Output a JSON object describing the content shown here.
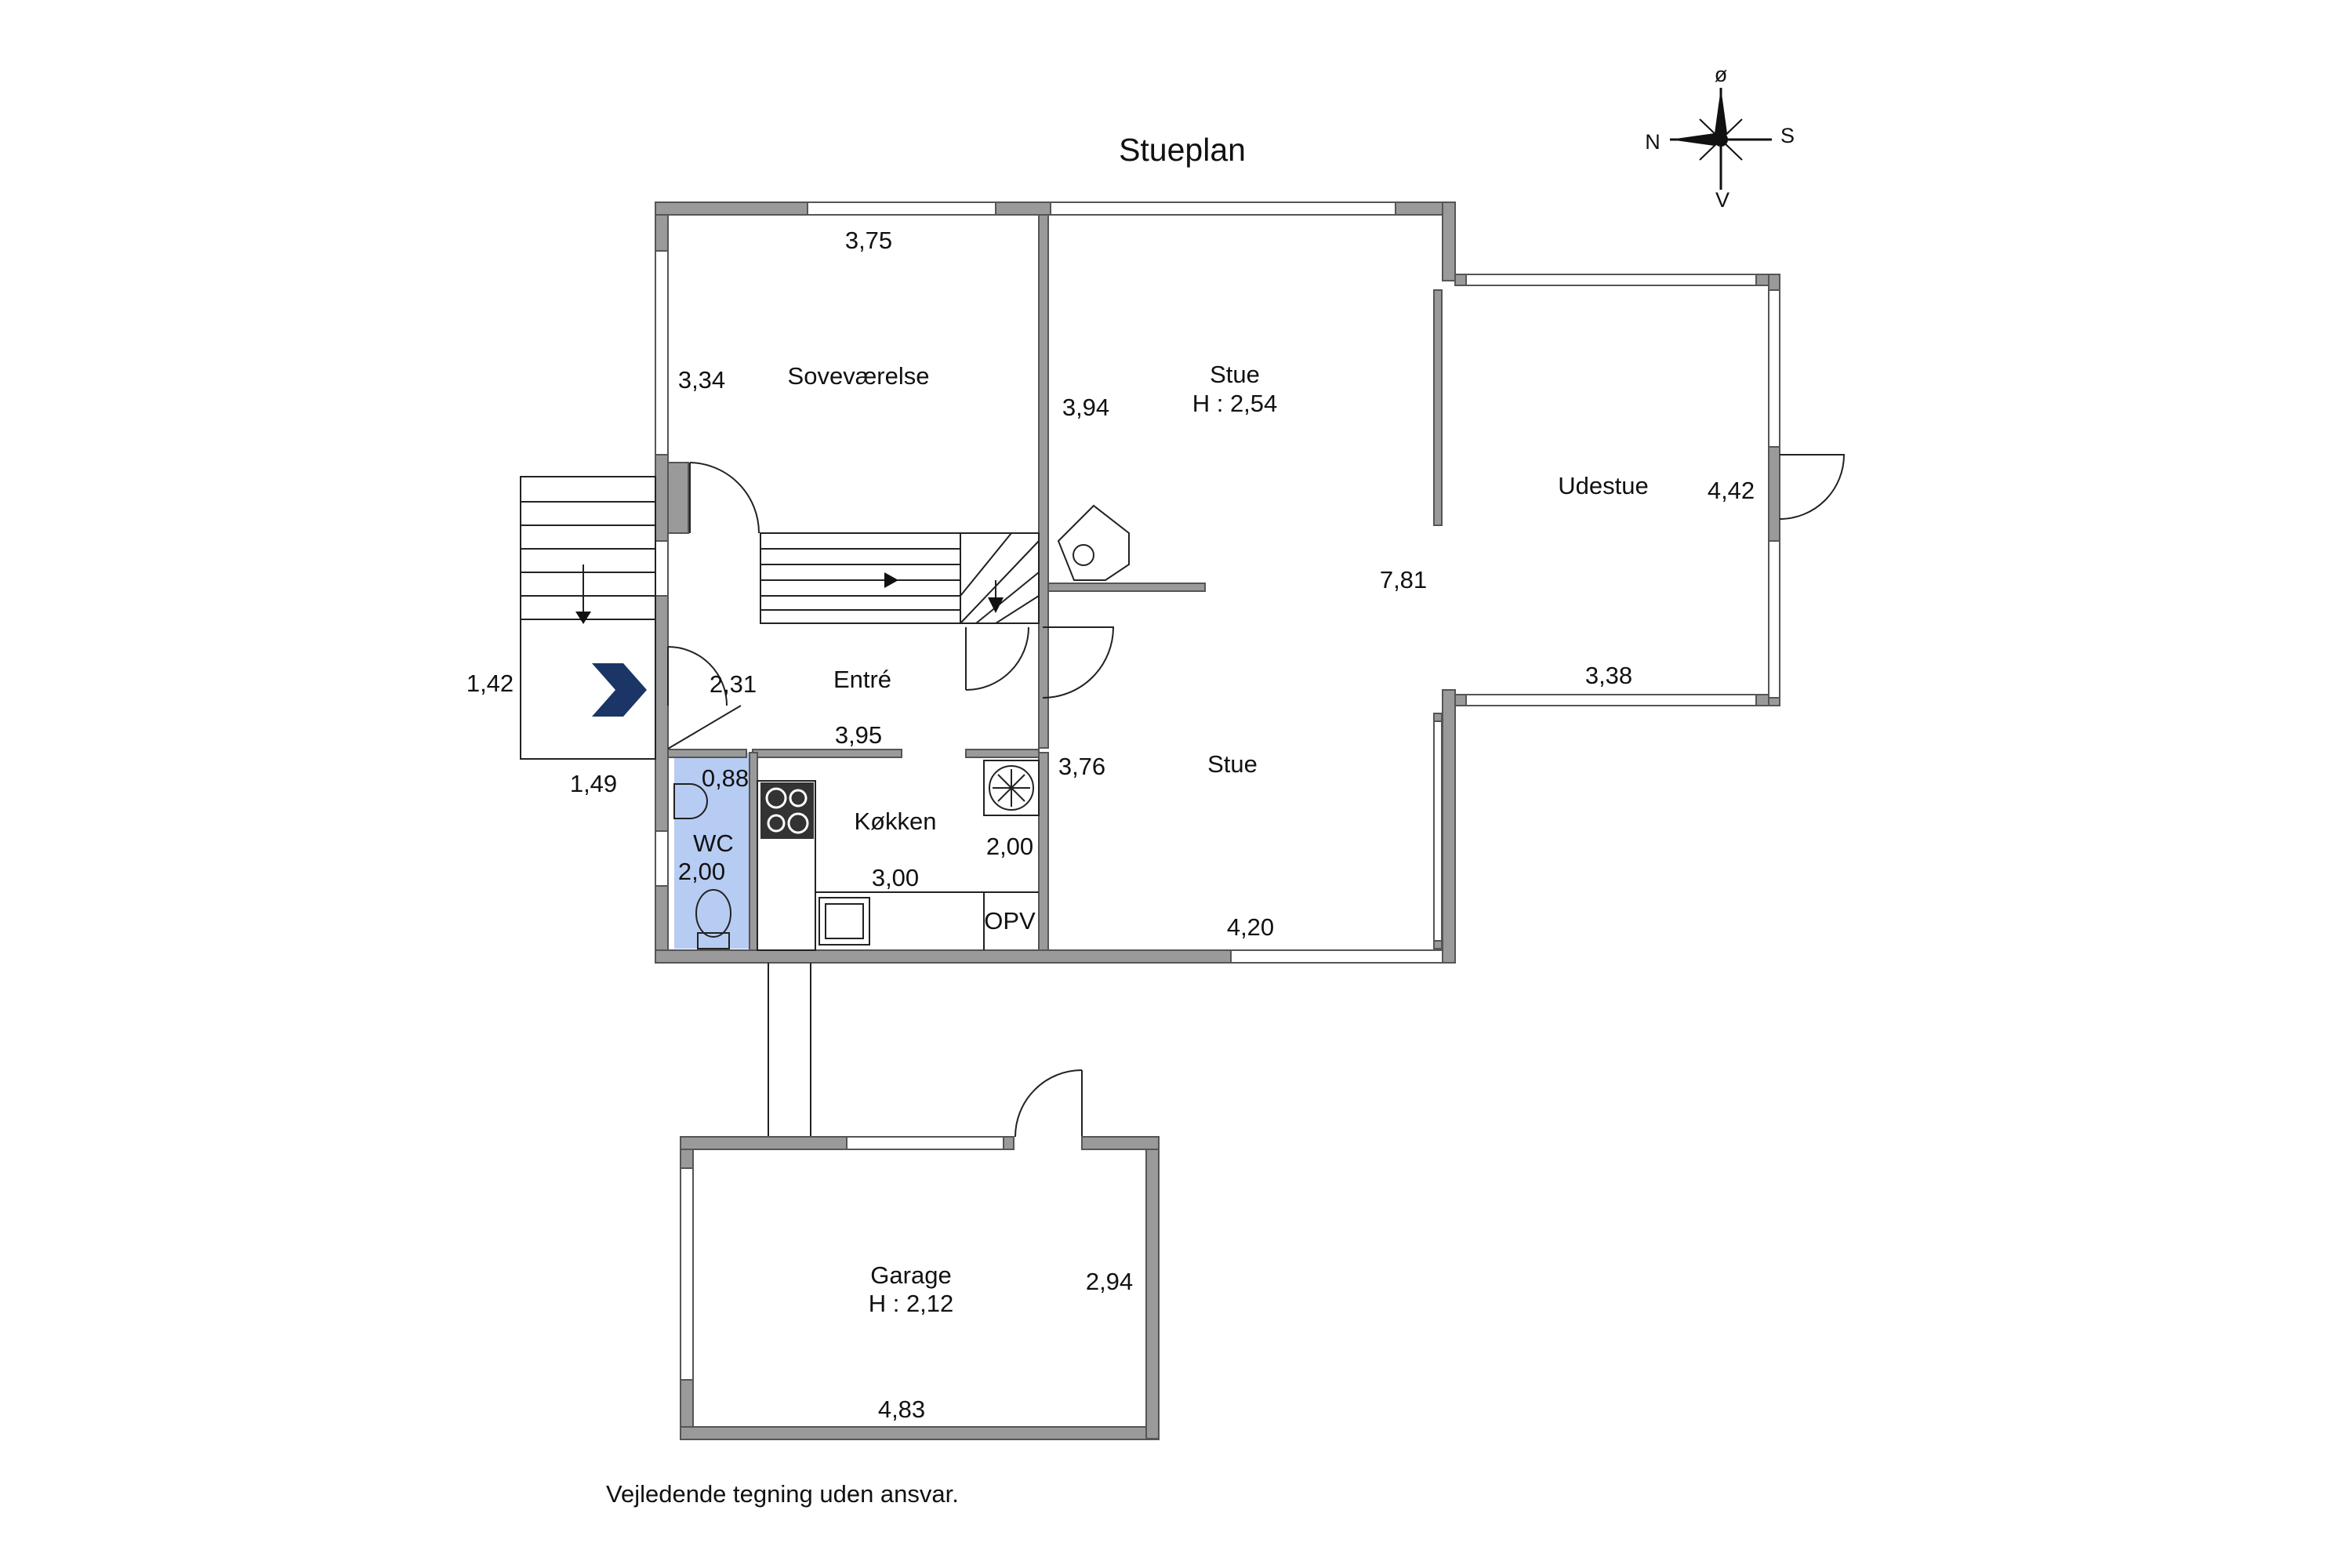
{
  "title": "Stueplan",
  "disclaimer": "Vejledende tegning uden ansvar.",
  "compass": {
    "north": "N",
    "south": "S",
    "east": "ø",
    "west": "V"
  },
  "colors": {
    "wall": "#9a9a9a",
    "wc_fill": "#b7ccf2",
    "entry_arrow": "#1b3566"
  },
  "rooms": {
    "sovevaerelse": "Soveværelse",
    "stue_top": "Stue",
    "stue_top_height": "H : 2,54",
    "udestue": "Udestue",
    "entre": "Entré",
    "wc": "WC",
    "koekken": "Køkken",
    "stue_bottom": "Stue",
    "opv": "OPV",
    "garage": "Garage",
    "garage_height": "H : 2,12"
  },
  "dimensions": {
    "sov_width": "3,75",
    "sov_depth": "3,34",
    "stue_depth": "3,94",
    "udestue_depth": "4,42",
    "total_length": "7,81",
    "udestue_width": "3,38",
    "stair_width": "1,42",
    "stair_depth": "1,49",
    "entre_depth": "2,31",
    "entre_width": "3,95",
    "wc_width": "0,88",
    "wc_depth": "2,00",
    "stue_bottom_depth": "3,76",
    "koekken_depth": "2,00",
    "koekken_width": "3,00",
    "stue_bottom_width": "4,20",
    "garage_depth": "2,94",
    "garage_width": "4,83"
  }
}
